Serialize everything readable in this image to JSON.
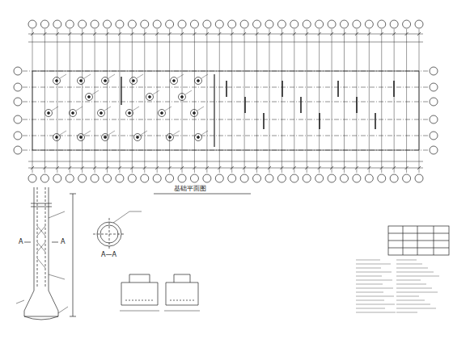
{
  "diagram": {
    "labels": [
      "基础平面图",
      "A—A",
      "A",
      "A"
    ]
  }
}
